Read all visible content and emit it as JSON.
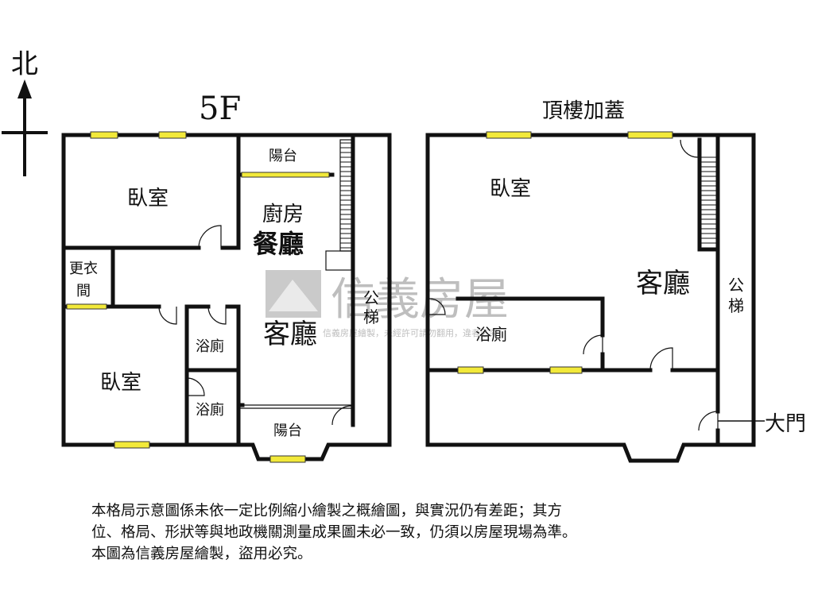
{
  "compass": {
    "label": "北"
  },
  "floor_5f": {
    "title": "5F",
    "rooms": {
      "bedroom_a": "臥室",
      "balcony_top": "陽台",
      "kitchen": "廚房",
      "dining": "餐廳",
      "closet_line1": "更衣",
      "closet_line2": "間",
      "living": "客廳",
      "bath_a": "浴廁",
      "bath_b": "浴廁",
      "bedroom_b": "臥室",
      "balcony_bottom": "陽台",
      "stair_line1": "公",
      "stair_line2": "梯"
    }
  },
  "rooftop": {
    "title": "頂樓加蓋",
    "rooms": {
      "bedroom": "臥室",
      "living": "客廳",
      "bath": "浴廁",
      "stair_line1": "公",
      "stair_line2": "梯"
    },
    "main_door": "大門"
  },
  "watermark": {
    "brand": "信義房屋",
    "subtext": "信義房屋繪製，未經許可請勿翻用，違者必究"
  },
  "disclaimer": {
    "line1": "本格局示意圖係未依一定比例縮小繪製之概繪圖，與實況仍有差距；其方",
    "line2": "位、格局、形狀等與地政機關測量成果圖未必一致，仍須以房屋現場為準。",
    "line3": "本圖為信義房屋繪製，盜用必究。"
  },
  "colors": {
    "wall": "#111111",
    "window": "#f2e93a",
    "watermark": "#8a8a8a"
  }
}
